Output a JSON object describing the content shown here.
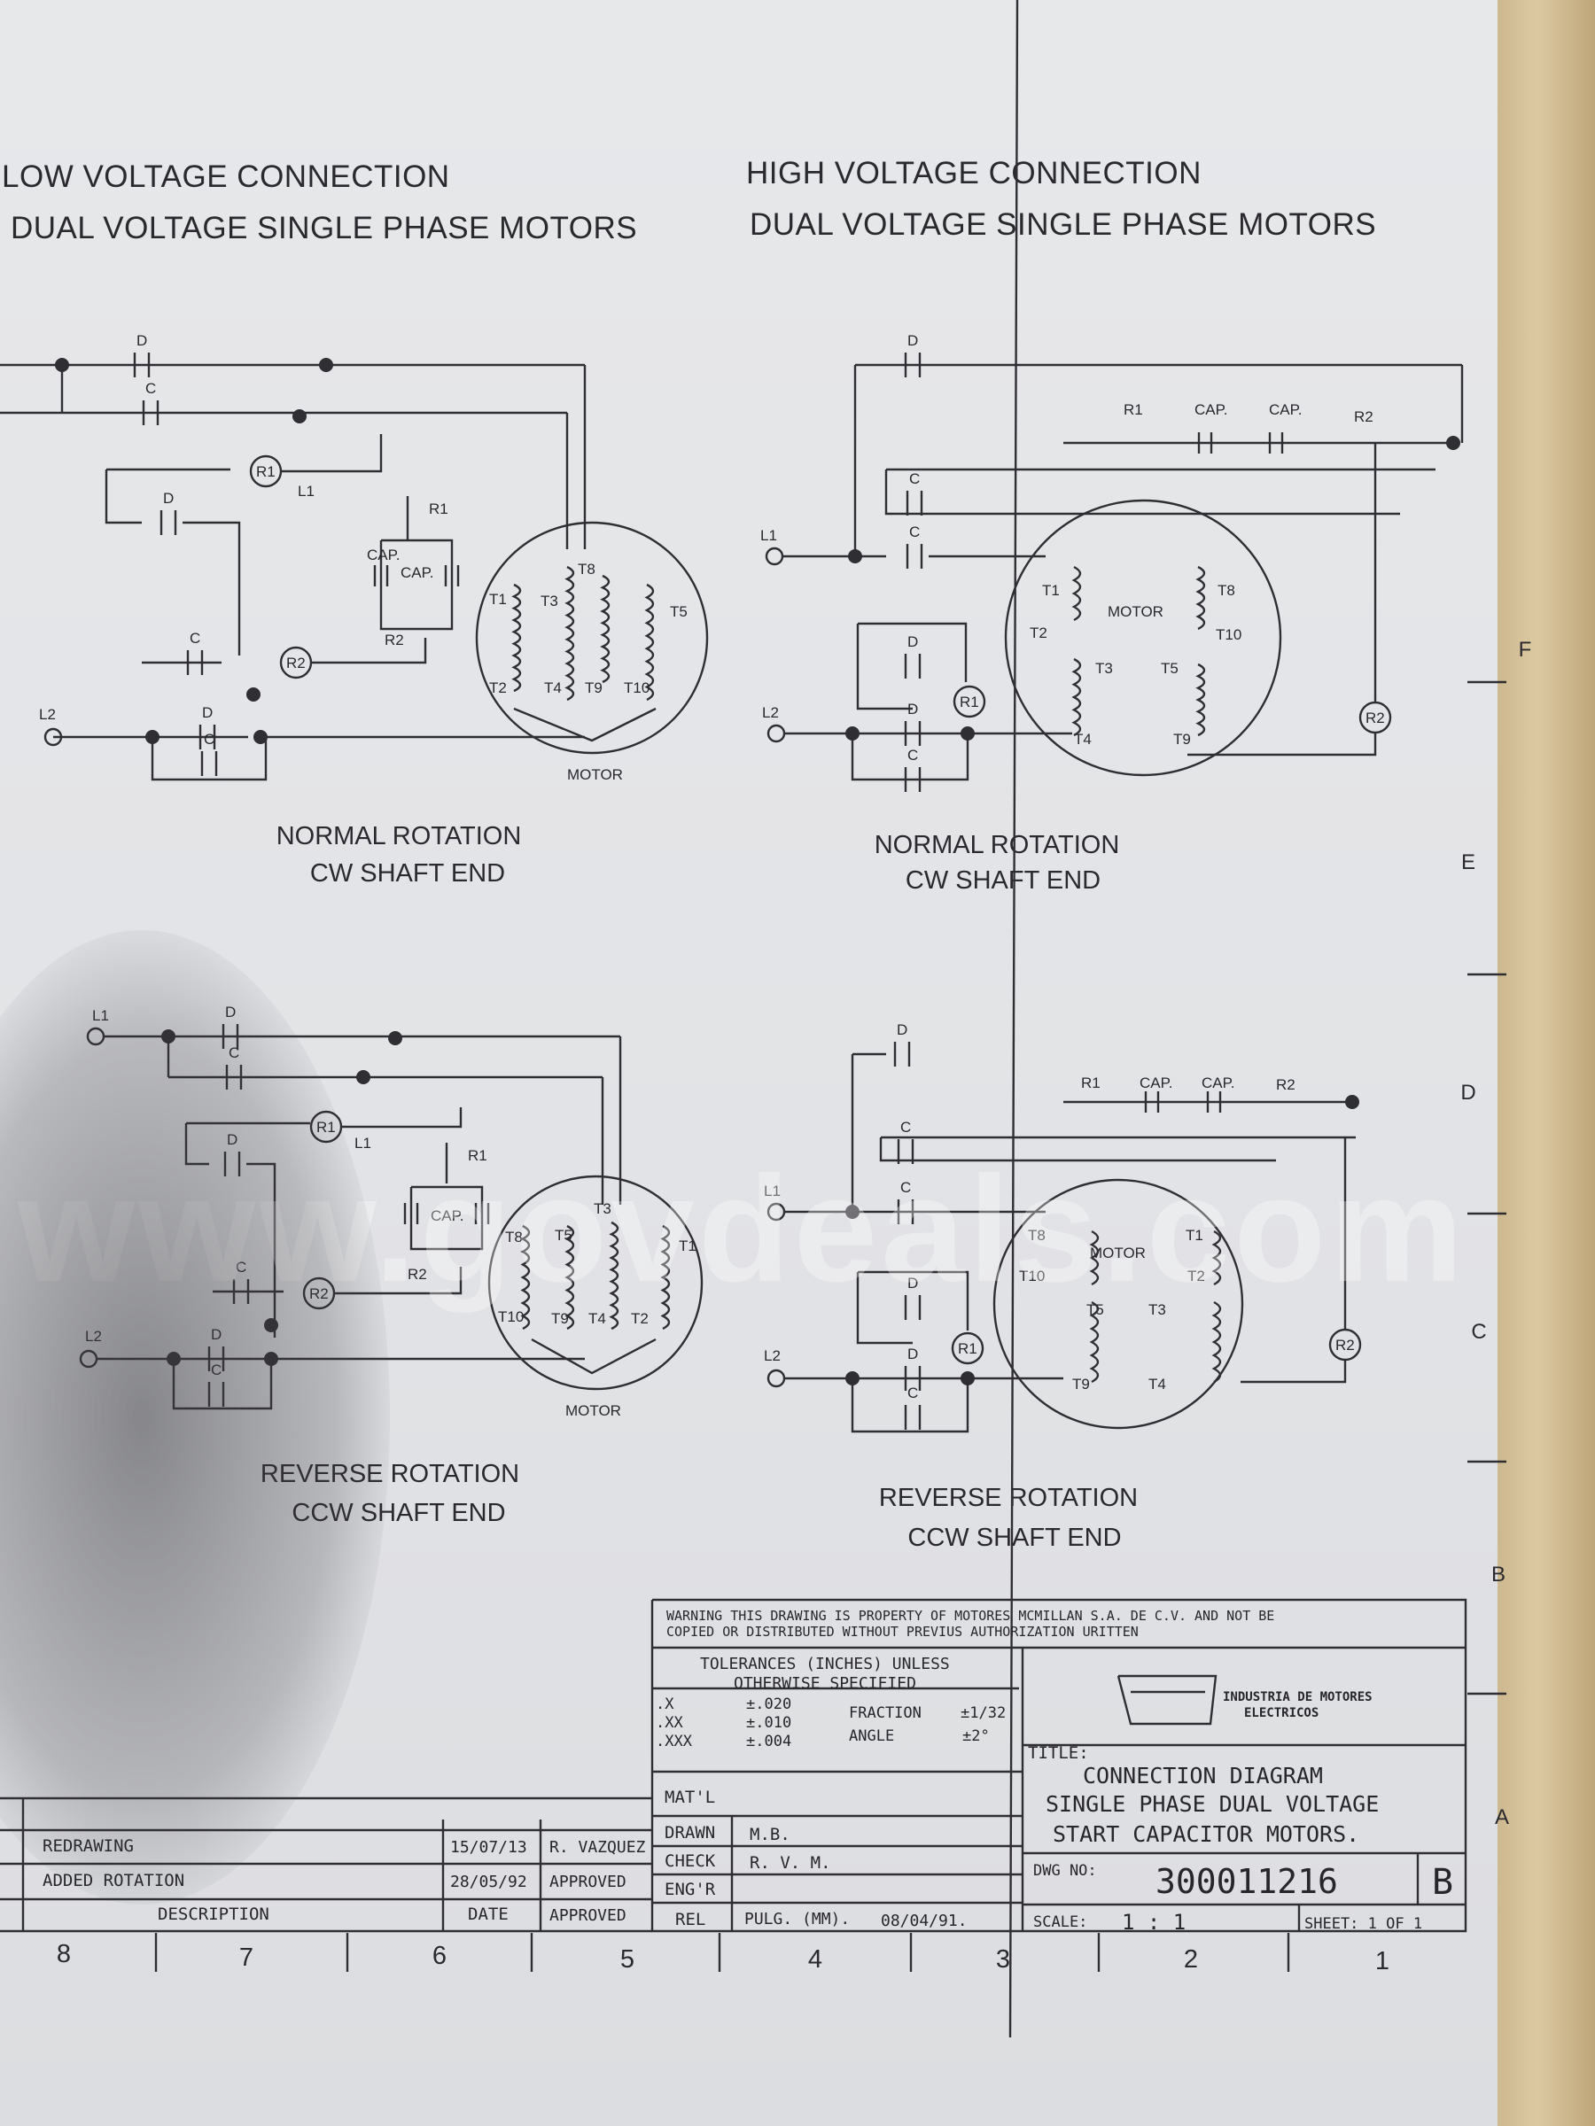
{
  "titles": {
    "low_1": "LOW  VOLTAGE CONNECTION",
    "low_2": "DUAL  VOLTAGE SINGLE PHASE MOTORS",
    "high_1": "HIGH  VOLTAGE CONNECTION",
    "high_2": "DUAL  VOLTAGE SINGLE PHASE MOTORS"
  },
  "captions": {
    "tl_1": "NORMAL ROTATION",
    "tl_2": "CW SHAFT END",
    "tr_1": "NORMAL ROTATION",
    "tr_2": "CW SHAFT END",
    "bl_1": "REVERSE ROTATION",
    "bl_2": "CCW SHAFT END",
    "br_1": "REVERSE ROTATION",
    "br_2": "CCW SHAFT END"
  },
  "labels": {
    "L1": "L1",
    "L2": "L2",
    "C": "C",
    "D": "D",
    "R1": "R1",
    "R2": "R2",
    "CAP": "CAP.",
    "MOTOR": "MOTOR",
    "T1": "T1",
    "T2": "T2",
    "T3": "T3",
    "T4": "T4",
    "T5": "T5",
    "T8": "T8",
    "T9": "T9",
    "T10": "T10"
  },
  "title_block": {
    "warning_1": "WARNING THIS DRAWING IS PROPERTY OF MOTORES MCMILLAN S.A. DE C.V. AND  NOT BE",
    "warning_2": "COPIED OR DISTRIBUTED WITHOUT PREVIUS  AUTHORIZATION URITTEN",
    "tol_1": "TOLERANCES (INCHES) UNLESS",
    "tol_2": "OTHERWISE SPECIFIED",
    "tol_x": ".X",
    "tol_x_v": "±.020",
    "tol_xx": ".XX",
    "tol_xx_v": "±.010",
    "tol_xxx": ".XXX",
    "tol_xxx_v": "±.004",
    "fraction": "FRACTION",
    "fraction_v": "±1/32",
    "angle": "ANGLE",
    "angle_v": "±2°",
    "logo_text_1": "INDUSTRIA DE MOTORES",
    "logo_text_2": "ELECTRICOS",
    "title_label": "TITLE:",
    "title_1": "CONNECTION DIAGRAM",
    "title_2": "SINGLE PHASE DUAL VOLTAGE",
    "title_3": "START CAPACITOR MOTORS.",
    "matl": "MAT'L",
    "drawn": "DRAWN",
    "drawn_v": "M.B.",
    "check": "CHECK",
    "check_v": "R. V. M.",
    "engr": "ENG'R",
    "rel": "REL",
    "units": "PULG. (MM).",
    "rel_date": "08/04/91.",
    "dwg_label": "DWG NO:",
    "dwg_no": "300011216",
    "rev": "B",
    "scale_label": "SCALE:",
    "scale": "1 : 1",
    "sheet": "SHEET: 1  OF  1",
    "rev_rows": [
      {
        "desc": "REDRAWING",
        "date": "15/07/13",
        "by": "R. VAZQUEZ"
      },
      {
        "desc": "ADDED ROTATION",
        "date": "28/05/92",
        "by": "APPROVED"
      }
    ],
    "col_desc": "DESCRIPTION",
    "col_date": "DATE",
    "col_appr": "APPROVED"
  },
  "grid": {
    "columns": [
      "8",
      "7",
      "6",
      "5",
      "4",
      "3",
      "2",
      "1"
    ],
    "rows": [
      "F",
      "E",
      "D",
      "C",
      "B",
      "A"
    ]
  },
  "watermark": "www.govdeals.com"
}
